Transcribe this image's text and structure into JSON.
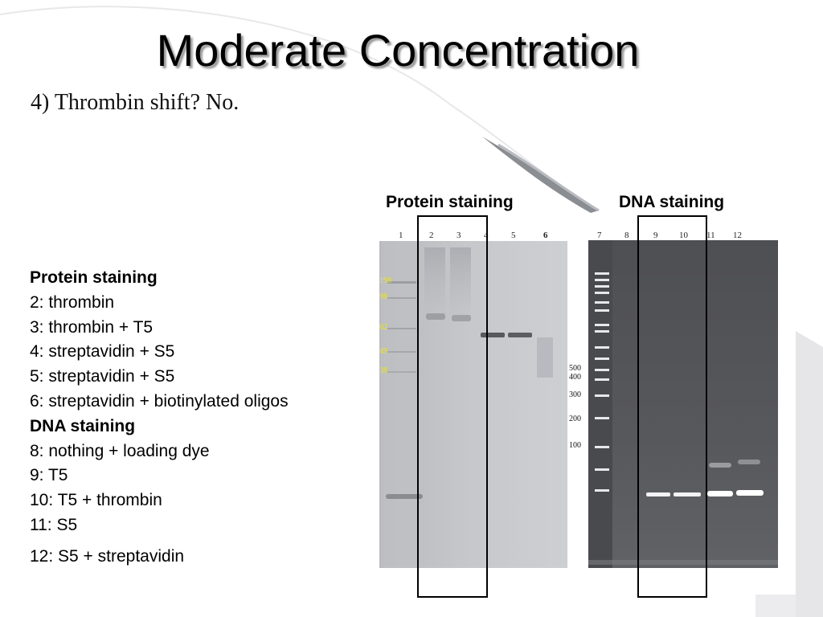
{
  "slide": {
    "title": "Moderate Concentration",
    "subtitle": "4) Thrombin shift? No."
  },
  "legend": {
    "protein_heading": "Protein staining",
    "protein_items": [
      "2: thrombin",
      "3: thrombin + T5",
      "4: streptavidin + S5",
      "5: streptavidin + S5",
      "6: streptavidin + biotinylated oligos"
    ],
    "dna_heading": "DNA staining",
    "dna_items": [
      "8: nothing + loading dye",
      "9: T5",
      "10: T5 + thrombin",
      "11: S5",
      "12: S5 + streptavidin"
    ]
  },
  "figure": {
    "protein_gel_title": "Protein staining",
    "dna_gel_title": "DNA staining",
    "protein_lanes": [
      "1",
      "2",
      "3",
      "4",
      "5",
      "6"
    ],
    "dna_lanes": [
      "7",
      "8",
      "9",
      "10",
      "11",
      "12"
    ],
    "protein_marker_kda": [
      "198",
      "98",
      "62",
      "49",
      "38"
    ],
    "dna_ladder_bp": [
      "500",
      "400",
      "300",
      "200",
      "100"
    ]
  },
  "colors": {
    "protein_gel": "#c2c4c8",
    "dna_gel": "#58595d",
    "marker_text": "#e8e23a"
  }
}
